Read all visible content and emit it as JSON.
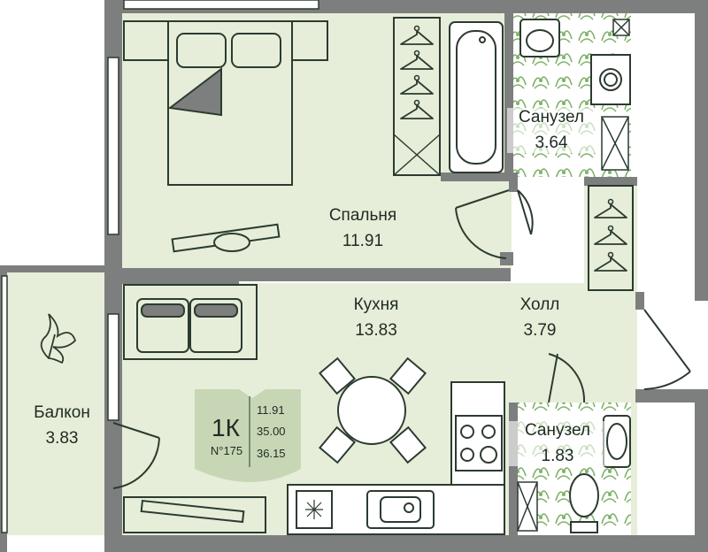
{
  "colors": {
    "floor": "#e6eed9",
    "wall": "#7d7f7e",
    "line": "#2c3b30",
    "tile": "#7fb26a",
    "white": "#ffffff"
  },
  "rooms": {
    "bedroom": {
      "name": "Спальня",
      "area": "11.91"
    },
    "bath_top": {
      "name": "Санузел",
      "area": "3.64"
    },
    "kitchen": {
      "name": "Кухня",
      "area": "13.83"
    },
    "hall": {
      "name": "Холл",
      "area": "3.79"
    },
    "balcony": {
      "name": "Балкон",
      "area": "3.83"
    },
    "bath_bottom": {
      "name": "Санузел",
      "area": "1.83"
    }
  },
  "apartment": {
    "type": "1К",
    "number": "N°175",
    "living_area": "11.91",
    "area_2": "35.00",
    "area_3": "36.15"
  },
  "icons": [
    "hanger-icon",
    "plant-icon",
    "bed-icon",
    "sofa-icon",
    "table-icon",
    "stove-icon",
    "sink-icon",
    "toilet-icon",
    "bathtub-icon",
    "washing-machine-icon"
  ]
}
